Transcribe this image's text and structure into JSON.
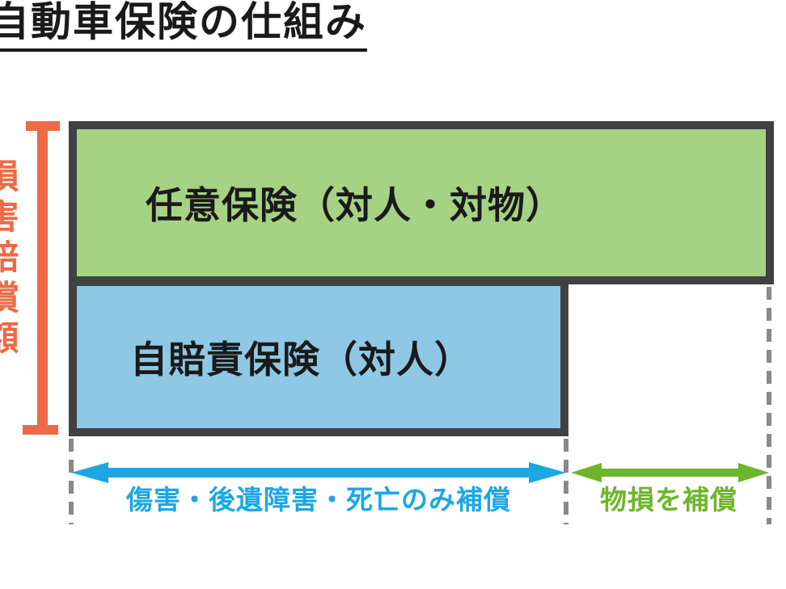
{
  "title": {
    "text": "自動車保険の仕組み"
  },
  "left_axis": {
    "label": "損害賠償額"
  },
  "boxes": {
    "voluntary": {
      "label": "任意保険（対人・対物）"
    },
    "compulsory": {
      "label": "自賠責保険（対人）"
    }
  },
  "coverage_arrows": {
    "personal": {
      "label": "傷害・後遺障害・死亡のみ補償"
    },
    "property": {
      "label": "物損を補償"
    }
  },
  "colors": {
    "accent-orange": "#EC6A45",
    "box-border": "#414042",
    "green-fill": "#A5D283",
    "blue-fill": "#8FC8E4",
    "arrow-blue": "#1BA7E2",
    "arrow-green": "#6DB52A",
    "dash-gray": "#898989",
    "text-black": "#1A1A1A"
  }
}
